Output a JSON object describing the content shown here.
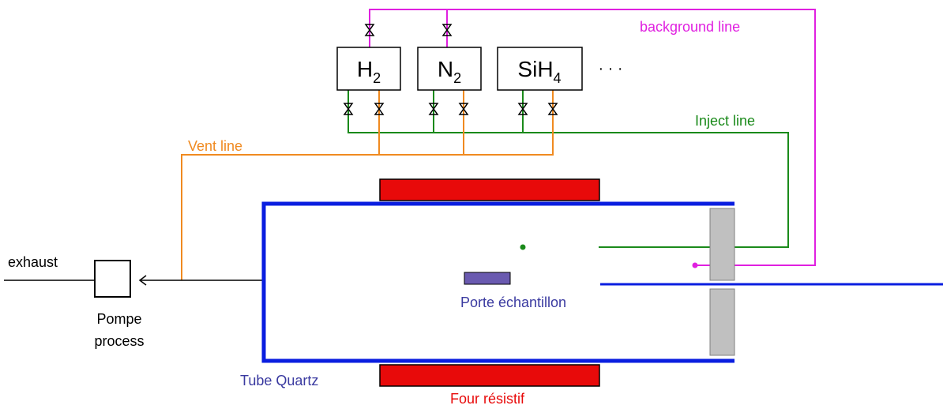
{
  "gases": [
    {
      "base": "H",
      "sub": "2"
    },
    {
      "base": "N",
      "sub": "2"
    },
    {
      "base": "SiH",
      "sub": "4"
    }
  ],
  "ellipsis": "· · ·",
  "labels": {
    "background_line": "background line",
    "inject_line": "Inject line",
    "vent_line": "Vent line",
    "exhaust": "exhaust",
    "pump_line1": "Pompe",
    "pump_line2": "process",
    "sample_holder": "Porte échantillon",
    "quartz_tube": "Tube Quartz",
    "furnace": "Four résistif"
  },
  "colors": {
    "background_line": "#e020e0",
    "inject_line": "#1a8a1a",
    "vent_line": "#f08a20",
    "tube": "#0a1ee0",
    "furnace": "#e80a0a",
    "sample_holder": "#6a5ab0",
    "sample_label": "#3a3aa0",
    "flange": "#c0c0c0"
  }
}
